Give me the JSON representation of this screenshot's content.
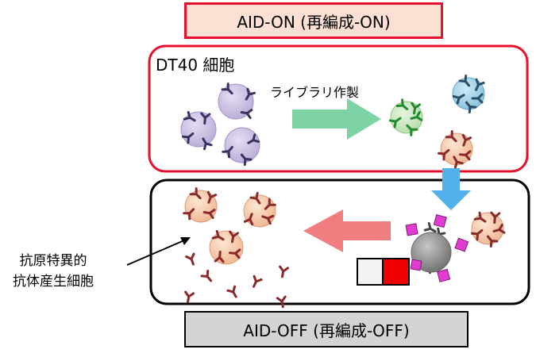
{
  "banner_on": "AID-ON (再編成-ON)",
  "banner_off": "AID-OFF (再編成-OFF)",
  "cell_line_label": "DT40 細胞",
  "library_label": "ライブラリ作製",
  "antibody_cell_label": [
    "抗原特異的",
    "抗体産生細胞"
  ],
  "colors": {
    "on_border": "#e8112d",
    "off_border": "#000000",
    "purple_cell": "#cfc4e2",
    "green_cell": "#cfe6c6",
    "blue_cell": "#a9d3e8",
    "orange_cell": "#f7cdb0",
    "gray_cell": "#8c8c8c",
    "antigen": "#e23bd2",
    "arrow_green": "#7ed3a5",
    "arrow_blue": "#53b2ea",
    "arrow_red": "#f07d80"
  }
}
